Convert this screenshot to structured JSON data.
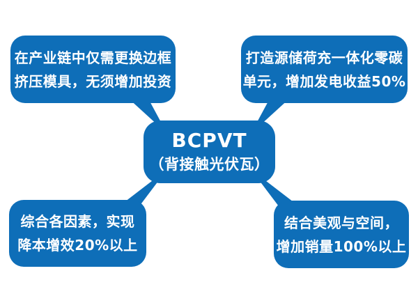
{
  "colors": {
    "node_fill": "#0E6EB8",
    "text_color": "#FFFFFF",
    "background": "#FFFFFF"
  },
  "center_node": {
    "title": "BCPVT",
    "subtitle": "（背接触光伏瓦）"
  },
  "nodes": [
    {
      "position": "top-left",
      "line1": "在产业链中仅需更换边框",
      "line2": "挤压模具，无须增加投资"
    },
    {
      "position": "top-right",
      "line1": "打造源储荷充一体化零碳",
      "line2": "单元，增加发电收益50%"
    },
    {
      "position": "bottom-left",
      "line1": "综合各因素，实现",
      "line2": "降本增效20%以上"
    },
    {
      "position": "bottom-right",
      "line1": "结合美观与空间，",
      "line2": "增加销量100%以上"
    }
  ]
}
